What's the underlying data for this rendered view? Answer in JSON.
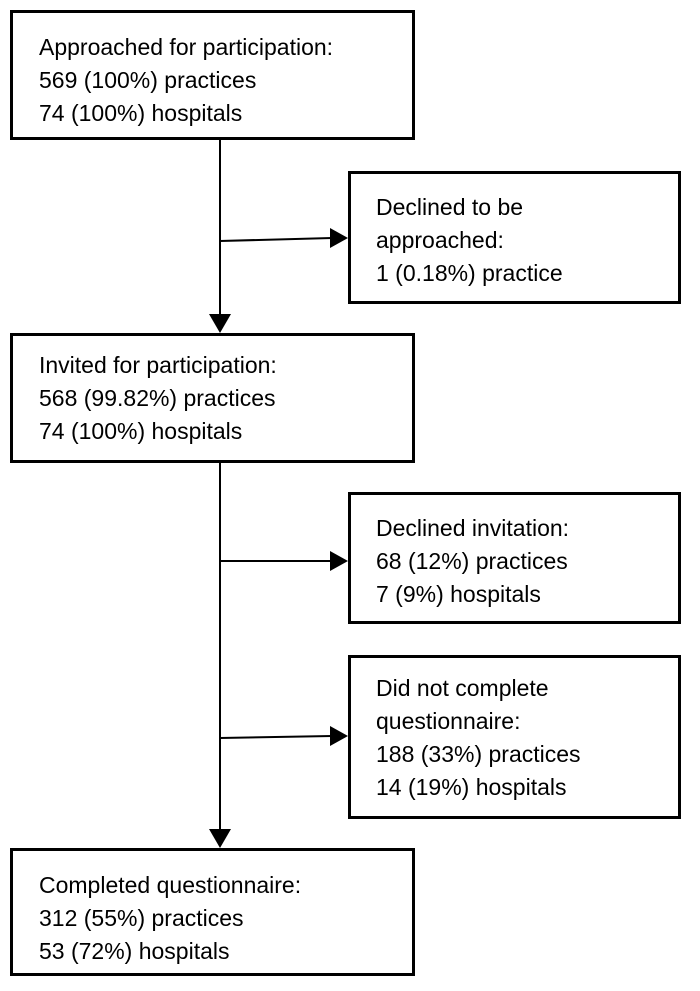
{
  "boxes": {
    "approached": {
      "lines": [
        "Approached for participation:",
        "569 (100%) practices",
        "74 (100%) hospitals"
      ]
    },
    "declined_approach": {
      "lines": [
        "Declined to be",
        "approached:",
        "1 (0.18%) practice"
      ]
    },
    "invited": {
      "lines": [
        "Invited for participation:",
        "568 (99.82%) practices",
        "74 (100%) hospitals"
      ]
    },
    "declined_invitation": {
      "lines": [
        "Declined invitation:",
        "68 (12%) practices",
        "7 (9%) hospitals"
      ]
    },
    "not_completed": {
      "lines": [
        "Did not complete",
        "questionnaire:",
        "188 (33%) practices",
        "14 (19%) hospitals"
      ]
    },
    "completed": {
      "lines": [
        "Completed questionnaire:",
        "312 (55%) practices",
        "53 (72%) hospitals"
      ]
    }
  },
  "colors": {
    "stroke": "#000000",
    "background": "#ffffff"
  }
}
